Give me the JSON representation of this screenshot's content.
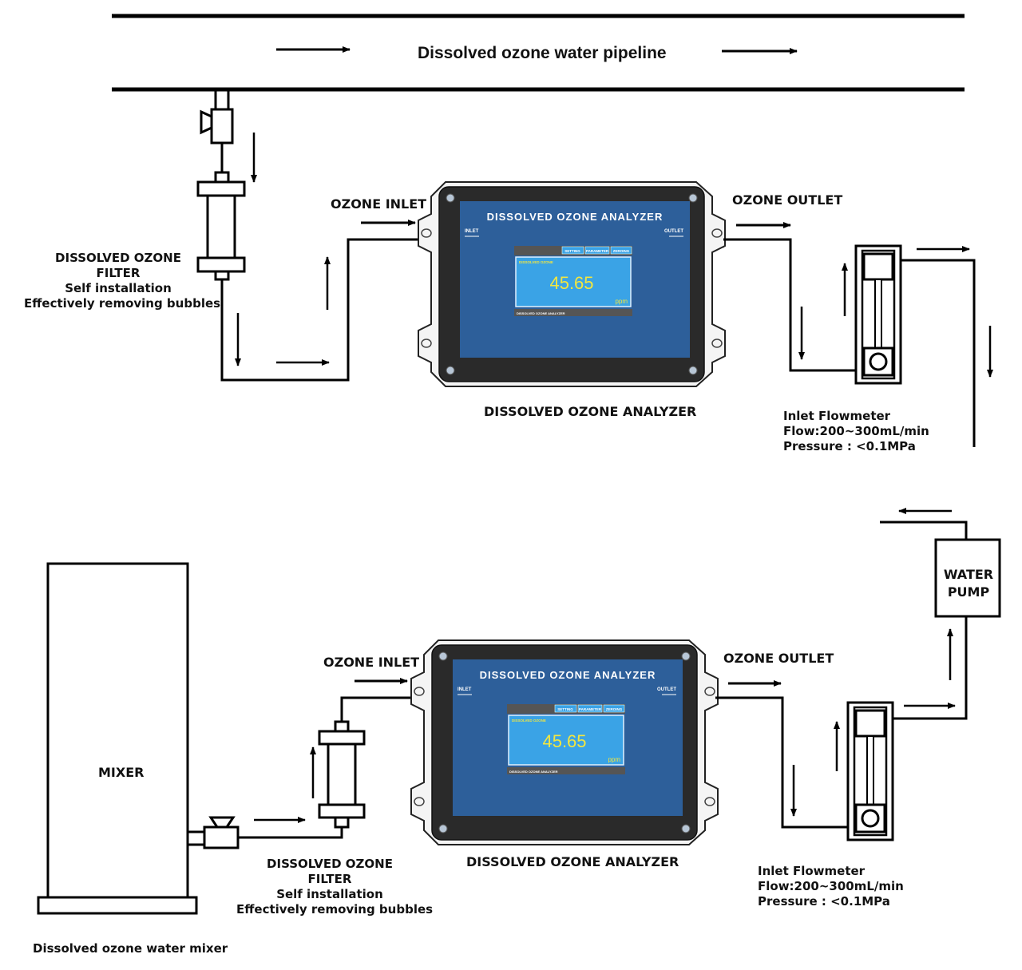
{
  "pipeline": {
    "title": "Dissolved ozone water pipeline"
  },
  "top": {
    "filter": {
      "line1": "DISSOLVED OZONE",
      "line2": "FILTER",
      "line3": "Self installation",
      "line4": "Effectively removing bubbles"
    },
    "ozone_inlet": "OZONE INLET",
    "ozone_outlet": "OZONE OUTLET",
    "analyzer_caption": "DISSOLVED OZONE ANALYZER",
    "flowmeter": {
      "line1": "Inlet Flowmeter",
      "line2": "Flow:200~300mL/min",
      "line3": "Pressure : <0.1MPa"
    }
  },
  "bottom": {
    "mixer_label": "MIXER",
    "mixer_caption": "Dissolved ozone water mixer",
    "filter": {
      "line1": "DISSOLVED OZONE",
      "line2": "FILTER",
      "line3": "Self installation",
      "line4": "Effectively removing bubbles"
    },
    "ozone_inlet": "OZONE INLET",
    "ozone_outlet": "OZONE OUTLET",
    "analyzer_caption": "DISSOLVED OZONE ANALYZER",
    "pump": {
      "line1": "WATER",
      "line2": "PUMP"
    },
    "flowmeter": {
      "line1": "Inlet Flowmeter",
      "line2": "Flow:200~300mL/min",
      "line3": "Pressure : <0.1MPa"
    }
  },
  "analyzer_screen": {
    "title": "DISSOLVED OZONE ANALYZER",
    "inlet": "INLET",
    "outlet": "OUTLET",
    "tabs": [
      "SETTING",
      "PARAMETER",
      "ZEROING"
    ],
    "reading_label": "DISSOLVED OZONE",
    "value": "45.65",
    "unit": "ppm",
    "footer": "DISSOLVED OZONE ANALYZER"
  },
  "colors": {
    "line": "#000000",
    "housing": "#2b2b2b",
    "screen": "#2d5f9a",
    "display": "#3aa3e6",
    "value": "#f2e640"
  }
}
